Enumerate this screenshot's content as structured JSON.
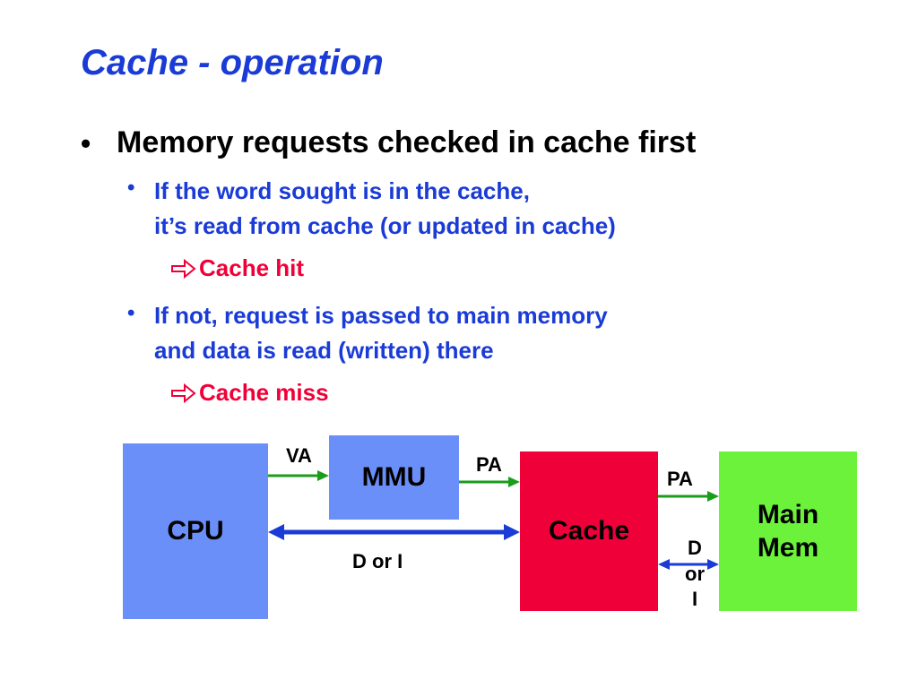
{
  "slide": {
    "title": "Cache - operation",
    "bullet1": {
      "marker": "•",
      "text": "Memory requests checked in cache first"
    },
    "sub1": {
      "marker": "•",
      "line1": "If the word sought is in the cache,",
      "line2": "it’s read from cache (or updated in cache)",
      "result": "Cache hit"
    },
    "sub2": {
      "marker": "•",
      "line1": "If not, request is passed to main memory",
      "line2": "and data is read (written) there",
      "result": "Cache miss"
    }
  },
  "diagram": {
    "boxes": {
      "cpu": "CPU",
      "mmu": "MMU",
      "cache": "Cache",
      "main_mem": "Main\nMem"
    },
    "labels": {
      "va": "VA",
      "pa_mmu_cache": "PA",
      "pa_cache_mem": "PA",
      "d_or_i_cpu_cache": "D or I",
      "d_or_i_cache_mem": "D\nor\nI"
    }
  },
  "colors": {
    "title": "#1a3bd6",
    "sub_bullet_text": "#1a3bd6",
    "result_text": "#f00038",
    "cpu_box": "#6b8ff8",
    "mmu_box": "#6b8ff8",
    "cache_box": "#f00038",
    "main_mem_box": "#6cf23b",
    "address_arrow": "#1a9e1a",
    "data_arrow": "#1a3bd6"
  },
  "icons": {
    "result_marker": "outline-right-arrow-icon"
  }
}
